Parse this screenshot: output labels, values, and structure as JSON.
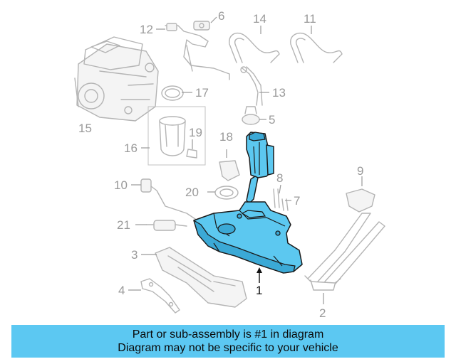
{
  "diagram": {
    "callouts": {
      "c1": "1",
      "c2": "2",
      "c3": "3",
      "c4": "4",
      "c5": "5",
      "c6": "6",
      "c7": "7",
      "c8": "8",
      "c9": "9",
      "c10": "10",
      "c11": "11",
      "c12": "12",
      "c13": "13",
      "c14": "14",
      "c15": "15",
      "c16": "16",
      "c17": "17",
      "c18": "18",
      "c19": "19",
      "c20": "20",
      "c21": "21"
    },
    "highlighted_part": "1",
    "colors": {
      "highlight": "#5cc8f0",
      "banner": "#5cc8f2",
      "ghost_parts": "#b4b4b4"
    }
  },
  "banner": {
    "line1": "Part or sub-assembly is #1 in diagram",
    "line2": "Diagram may not be specific to your vehicle"
  }
}
